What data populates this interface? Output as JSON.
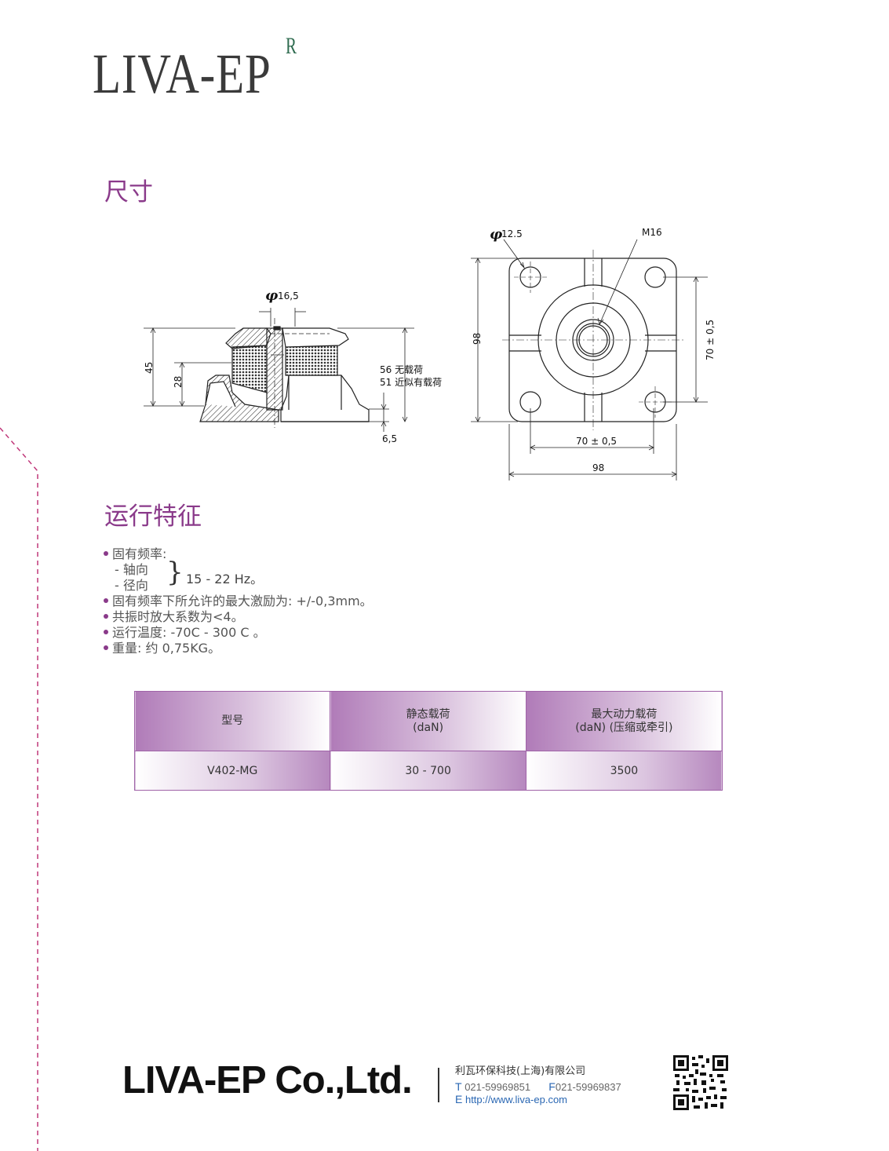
{
  "logo": {
    "text": "LIVA-EP",
    "reg": "R"
  },
  "sections": {
    "dimensions": "尺寸",
    "characteristics": "运行特征"
  },
  "drawing_labels": {
    "phi_16": "16,5",
    "dim_45": "45",
    "dim_28": "28",
    "dim_56": "56 无载荷",
    "dim_51": "51 近似有载荷",
    "dim_6_5": "6,5",
    "phi_12": "12.5",
    "m16": "M16",
    "dim_98_left": "98",
    "dim_70_right": "70 ± 0,5",
    "dim_70_bottom": "70 ± 0,5",
    "dim_98_bottom": "98"
  },
  "features": {
    "natural_freq": "固有频率:",
    "axial": "- 轴向",
    "radial": "- 径向",
    "freq_value": "15 - 22 Hz。",
    "max_excitation": "固有频率下所允许的最大激励为: +/-0,3mm。",
    "amplification": "共振时放大系数为<4。",
    "temperature": "运行温度: -70C - 300 C 。",
    "weight": "重量: 约 0,75KG。"
  },
  "table": {
    "headers": [
      {
        "line1": "型号",
        "line2": ""
      },
      {
        "line1": "静态载荷",
        "line2": "(daN)"
      },
      {
        "line1": "最大动力载荷",
        "line2": "(daN) (压缩或牵引)"
      }
    ],
    "rows": [
      [
        "V402-MG",
        "30 - 700",
        "3500"
      ]
    ]
  },
  "footer": {
    "company": "LIVA-EP Co.,Ltd.",
    "cn_name": "利瓦环保科技(上海)有限公司",
    "tel_label": "T",
    "tel": "021-59969851",
    "fax_label": "F",
    "fax": "021-59969837",
    "email_label": "E",
    "url": "http://www.liva-ep.com"
  },
  "colors": {
    "accent": "#8a3a8a",
    "table_border": "#a063a8",
    "dash": "#c0387a",
    "link": "#2a67b3"
  }
}
